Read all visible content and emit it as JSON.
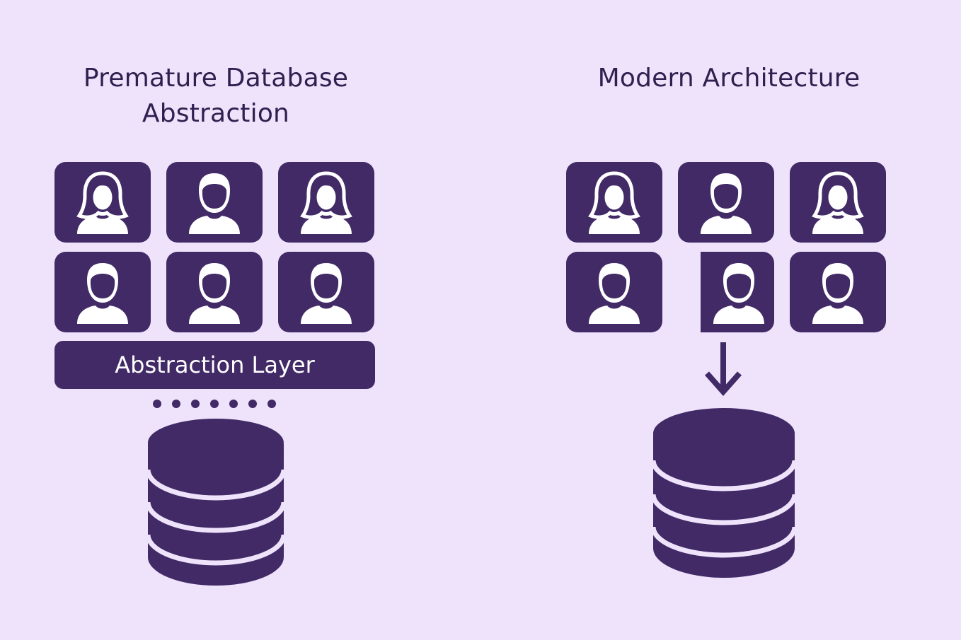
{
  "colors": {
    "background": "#efe3fb",
    "accent": "#412a66",
    "on_accent": "#ffffff"
  },
  "left": {
    "title_line1": "Premature Database",
    "title_line2": "Abstraction",
    "layer_label": "Abstraction Layer",
    "users": [
      "female-user-icon",
      "male-user-icon",
      "female-user-icon",
      "male-user-icon",
      "male-user-icon",
      "male-user-icon"
    ],
    "connector_dots": 7,
    "database_icon": "database-icon"
  },
  "right": {
    "title": "Modern Architecture",
    "users": [
      "female-user-icon",
      "male-user-icon",
      "female-user-icon",
      "male-user-icon",
      "male-user-icon",
      "male-user-icon"
    ],
    "arrow_icon": "down-arrow-icon",
    "database_icon": "database-icon"
  }
}
